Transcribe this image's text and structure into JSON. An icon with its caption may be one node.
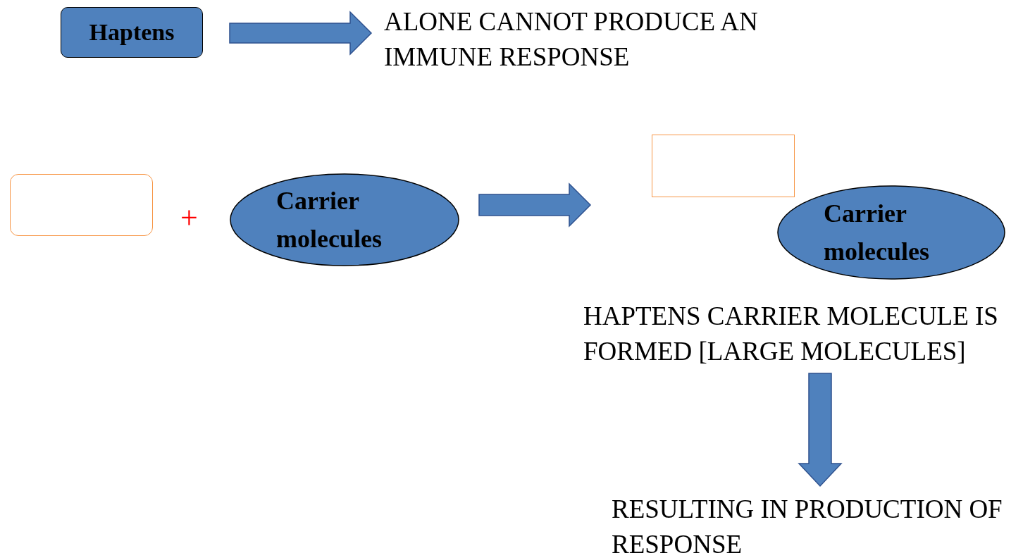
{
  "diagram": {
    "nodes": [
      {
        "text": [
          "Haptens"
        ]
      },
      {
        "text": [
          "ALONE CANNOT PRODUCE AN IMMUNE RESPONSE"
        ]
      },
      {
        "text": [],
        "shape": "box"
      },
      {
        "text": [
          "Carrier molecules"
        ]
      },
      {
        "text": [],
        "shape": "box"
      },
      {
        "text": [
          "Carrier molecules"
        ]
      },
      {
        "text": [
          "HAPTENS CARRIER MOLECULE IS FORMED [LARGE MOLECULES]"
        ]
      },
      {
        "text": [
          "RESULTING IN PRODUCTION OF RESPONSE"
        ]
      }
    ],
    "edges": [
      {
        "from": 0,
        "to": 1,
        "arrow": "to"
      },
      {
        "from": 3,
        "to": null,
        "arrow": "to"
      },
      {
        "from": 6,
        "to": 7,
        "arrow": "to"
      }
    ],
    "labels": [
      "+"
    ]
  }
}
